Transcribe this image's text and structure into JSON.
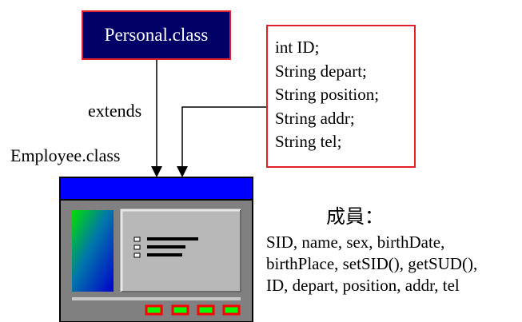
{
  "personal_class": {
    "label": "Personal.class"
  },
  "fields_box": {
    "lines": [
      "int ID;",
      "String depart;",
      "String position;",
      "String addr;",
      "String tel;"
    ]
  },
  "extends_label": "extends",
  "employee_label": "Employee.class",
  "members": {
    "title": "成員：",
    "lines": [
      "SID, name, sex, birthDate,",
      "birthPlace, setSID(), getSUD(),",
      "ID, depart, position, addr, tel"
    ]
  },
  "colors": {
    "personal_fill": "#000066",
    "box_border": "#e0202a",
    "window_titlebar": "#0000ff",
    "window_body": "#808080",
    "indicator_red": "#ff0000",
    "indicator_green": "#00ff00"
  }
}
